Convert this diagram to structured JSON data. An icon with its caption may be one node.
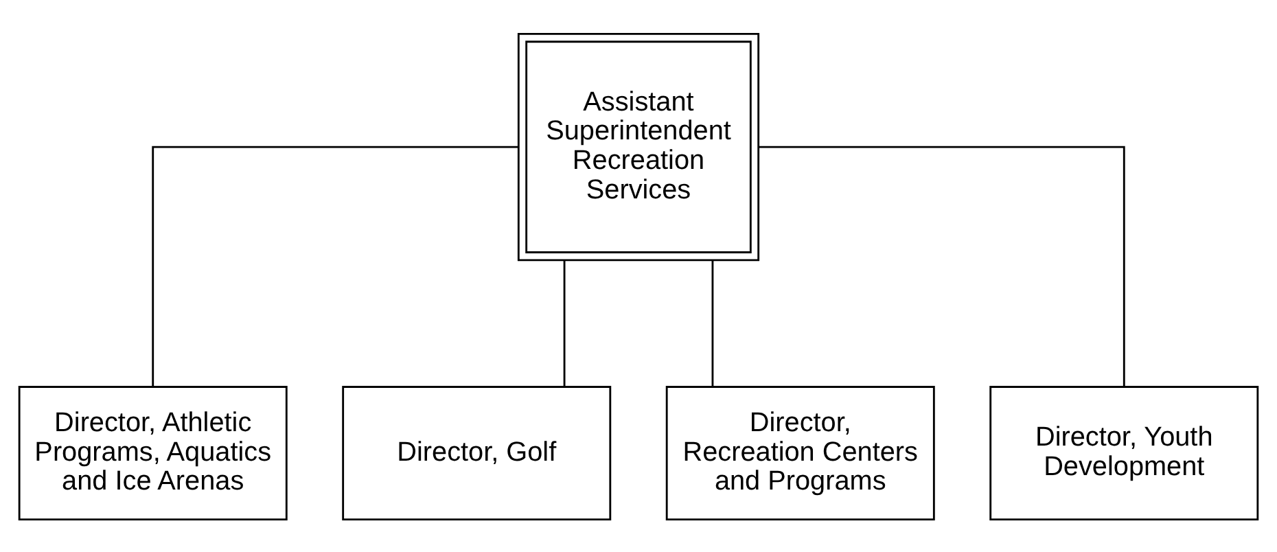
{
  "diagram": {
    "nodes": [
      {
        "text": [
          "Assistant Superintendent Recreation Services"
        ]
      },
      {
        "text": [
          "Director, Athletic Programs, Aquatics and Ice Arenas"
        ]
      },
      {
        "text": [
          "Director, Golf"
        ]
      },
      {
        "text": [
          "Director, Recreation Centers and Programs"
        ]
      },
      {
        "text": [
          "Director, Youth Development"
        ]
      }
    ],
    "edges": [
      {
        "from": 0,
        "to": 1,
        "arrow": "none"
      },
      {
        "from": 0,
        "to": 2,
        "arrow": "none"
      },
      {
        "from": 0,
        "to": 3,
        "arrow": "none"
      },
      {
        "from": 0,
        "to": 4,
        "arrow": "none"
      }
    ]
  }
}
